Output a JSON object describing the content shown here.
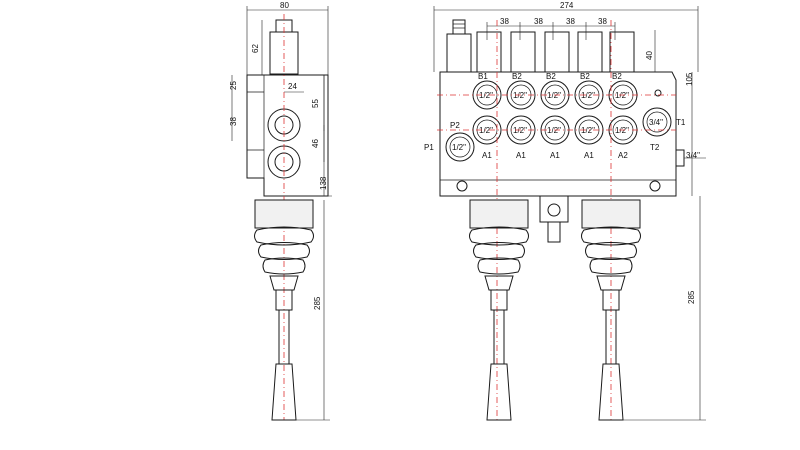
{
  "side_view": {
    "dims": {
      "width_top": "80",
      "stem_height": "62",
      "d25": "25",
      "d24": "24",
      "d55": "55",
      "d38": "38",
      "d46": "46",
      "d138": "138",
      "lever": "285"
    }
  },
  "front_view": {
    "dims": {
      "overall_width": "274",
      "pitch_1": "38",
      "pitch_2": "38",
      "pitch_3": "38",
      "pitch_4": "38",
      "cap_height": "40",
      "body_height": "105",
      "lever": "285",
      "t2_thread": "3/4\""
    },
    "port_labels_top": [
      "B1",
      "B2",
      "B2",
      "B2",
      "B2"
    ],
    "port_labels_bottom": [
      "A1",
      "A1",
      "A1",
      "A1",
      "A2"
    ],
    "port_size_top": [
      "1/2\"",
      "1/2\"",
      "1/2\"",
      "1/2\"",
      "1/2\""
    ],
    "port_size_mid": [
      "1/2\"",
      "1/2\"",
      "1/2\"",
      "1/2\"",
      "1/2\""
    ],
    "inlet": {
      "p1": "P1",
      "p2": "P2",
      "size": "1/2\""
    },
    "outlet": {
      "t1": "T1",
      "t2": "T2",
      "size": "3/4\""
    }
  }
}
